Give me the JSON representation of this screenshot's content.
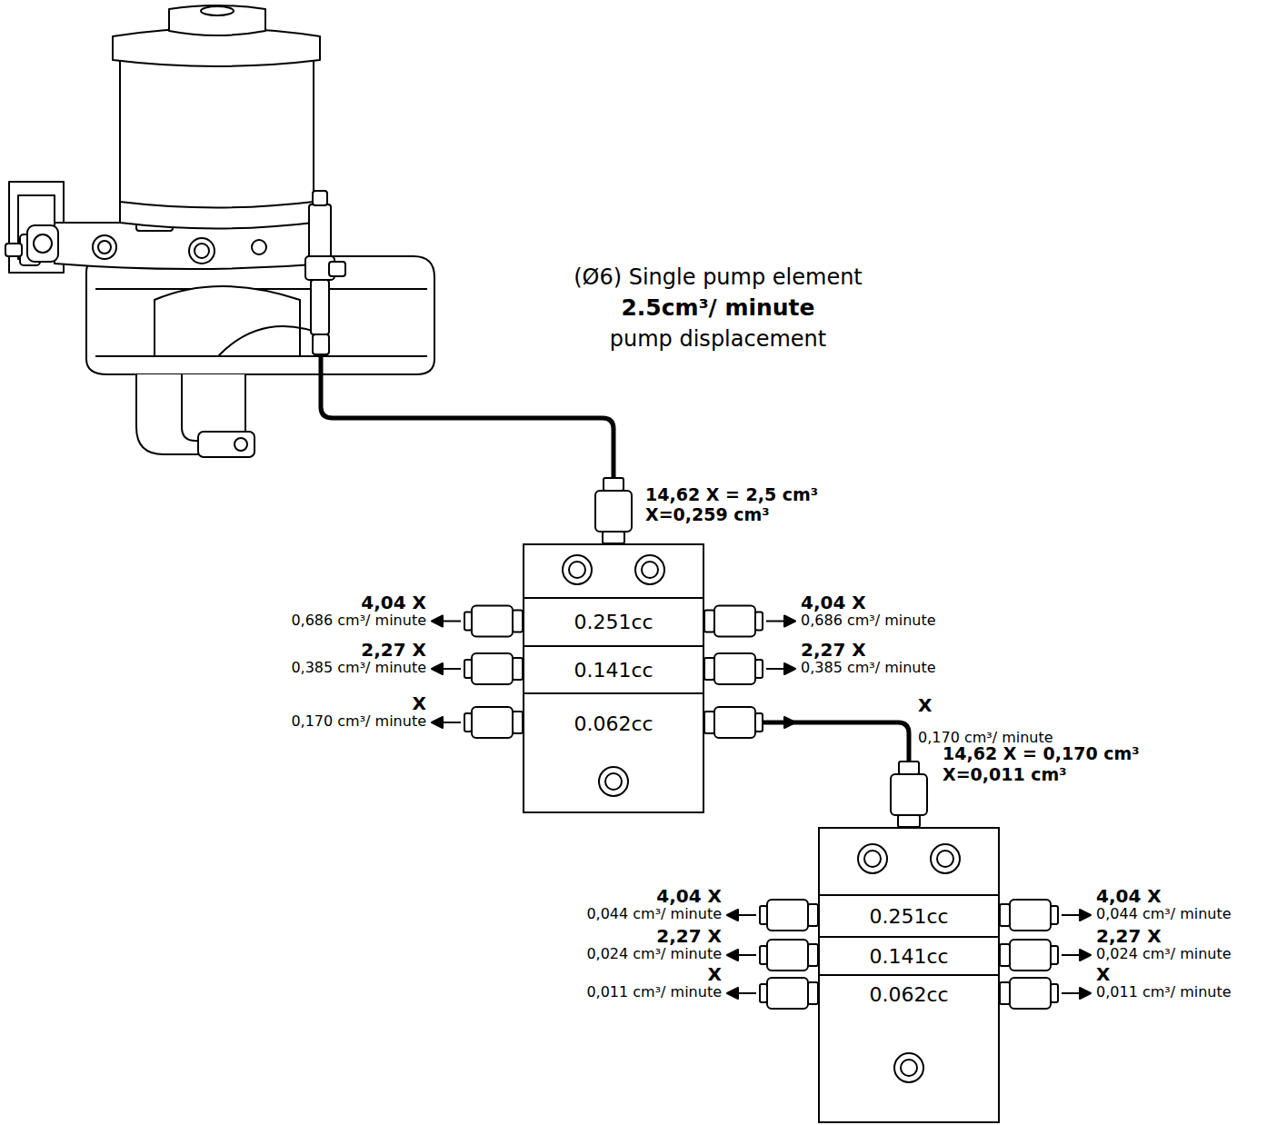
{
  "diagram": {
    "nodes": [
      {
        "text": [
          "14,62 X = 2,5 cm³",
          "X=0,259 cm³"
        ]
      },
      {
        "text": [
          "0.251cc"
        ],
        "in": 0
      },
      {
        "text": [
          "0.141cc"
        ],
        "in": 0
      },
      {
        "text": [
          "0.062cc"
        ],
        "in": 0
      },
      {
        "text": [
          "14,62 X = 0,170 cm³",
          "X=0,011 cm³"
        ]
      },
      {
        "text": [
          "0.251cc"
        ],
        "in": 4
      },
      {
        "text": [
          "0.141cc"
        ],
        "in": 4
      },
      {
        "text": [
          "0.062cc"
        ],
        "in": 4
      }
    ],
    "edges": [
      {
        "from": 3,
        "to": 4,
        "arrow": "none"
      }
    ],
    "labels": [
      "(Ø6) Single pump element",
      "2.5cm³/ minute",
      "pump displacement",
      "4,04 X",
      "0,686 cm³/ minute",
      "4,04 X",
      "0,686 cm³/ minute",
      "2,27 X",
      "0,385 cm³/ minute",
      "2,27 X",
      "0,385 cm³/ minute",
      "X",
      "0,170 cm³/ minute",
      "X",
      "0,170 cm³/ minute",
      "4,04 X",
      "0,044 cm³/ minute",
      "4,04 X",
      "0,044 cm³/ minute",
      "2,27 X",
      "0,024 cm³/ minute",
      "2,27 X",
      "0,024 cm³/ minute",
      "X",
      "0,011 cm³/ minute",
      "X",
      "0,011 cm³/ minute"
    ]
  }
}
